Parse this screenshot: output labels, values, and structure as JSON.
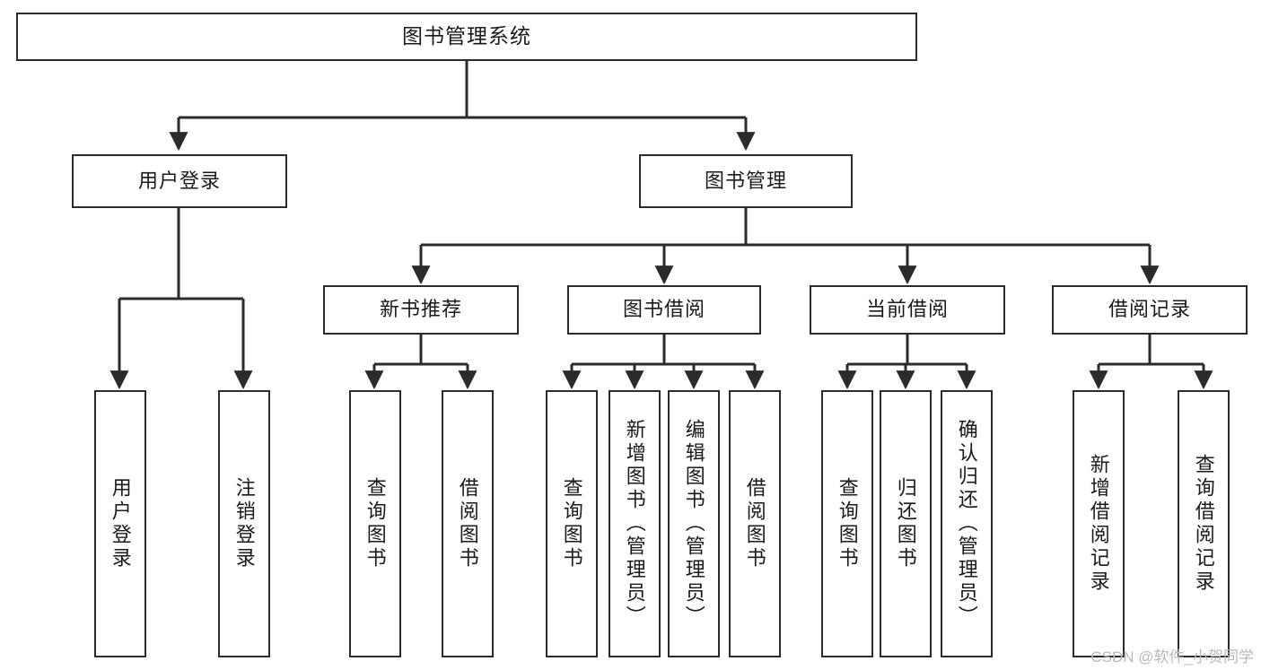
{
  "diagram": {
    "title": "图书管理系统",
    "watermark": "CSDN @软件_小贺同学",
    "stroke_color": "#2b2b2b",
    "background_color": "#ffffff",
    "text_color": "#1a1a1a",
    "watermark_color": "#b9b9b9"
  },
  "nodes": {
    "root": {
      "label": "图书管理系统"
    },
    "level1": [
      {
        "id": "user-login",
        "label": "用户登录"
      },
      {
        "id": "book-management",
        "label": "图书管理"
      }
    ],
    "level2": [
      {
        "id": "new-book-recommend",
        "label": "新书推荐"
      },
      {
        "id": "book-borrow",
        "label": "图书借阅"
      },
      {
        "id": "current-borrow",
        "label": "当前借阅"
      },
      {
        "id": "borrow-record",
        "label": "借阅记录"
      }
    ],
    "leaves": {
      "user_login": [
        {
          "id": "leaf-user-login",
          "label": "用户登录"
        },
        {
          "id": "leaf-logout-login",
          "label": "注销登录"
        }
      ],
      "new_book_recommend": [
        {
          "id": "leaf-query-book-1",
          "label": "查询图书"
        },
        {
          "id": "leaf-borrow-book-1",
          "label": "借阅图书"
        }
      ],
      "book_borrow": [
        {
          "id": "leaf-query-book-2",
          "label": "查询图书"
        },
        {
          "id": "leaf-add-book",
          "label": "新增图书（管理员）"
        },
        {
          "id": "leaf-edit-book",
          "label": "编辑图书（管理员）"
        },
        {
          "id": "leaf-borrow-book-2",
          "label": "借阅图书"
        }
      ],
      "current_borrow": [
        {
          "id": "leaf-query-book-3",
          "label": "查询图书"
        },
        {
          "id": "leaf-return-book",
          "label": "归还图书"
        },
        {
          "id": "leaf-confirm-return",
          "label": "确认归还（管理员）"
        }
      ],
      "borrow_record": [
        {
          "id": "leaf-add-record",
          "label": "新增借阅记录"
        },
        {
          "id": "leaf-query-record",
          "label": "查询借阅记录"
        }
      ]
    }
  }
}
